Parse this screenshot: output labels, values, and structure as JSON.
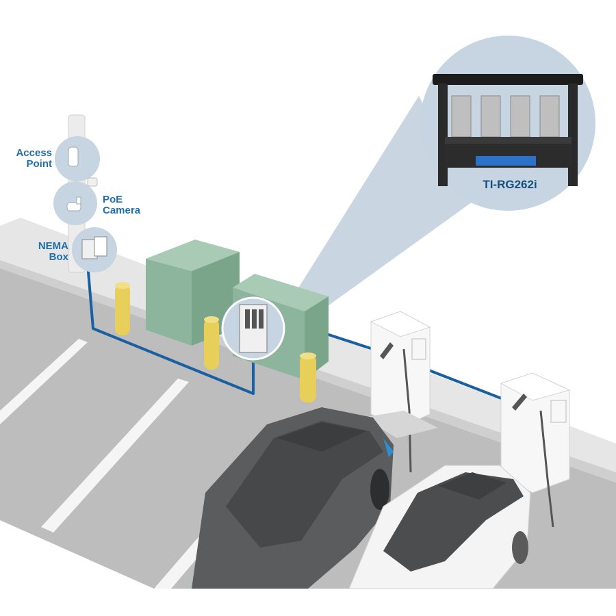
{
  "labels": {
    "access_point": [
      "Access",
      "Point"
    ],
    "poe_camera": [
      "PoE",
      "Camera"
    ],
    "nema_box": [
      "NEMA",
      "Box"
    ],
    "switch_model": "TI-RG262i"
  },
  "colors": {
    "network_line": "#1a5fa0",
    "label_text": "#1f6faa",
    "callout_bg": "#b7c8d8",
    "cabinet": "#8db59e",
    "bollard": "#e8cf5a",
    "asphalt": "#b8b8b8",
    "curb": "#e5e5e5",
    "dark_car": "#555759",
    "white_car": "#f3f3f3"
  },
  "icons": [
    "light-pole-icon",
    "access-point-icon",
    "poe-camera-icon",
    "nema-box-icon",
    "rack-switch-icon",
    "ev-charger-icon",
    "car-icon"
  ]
}
